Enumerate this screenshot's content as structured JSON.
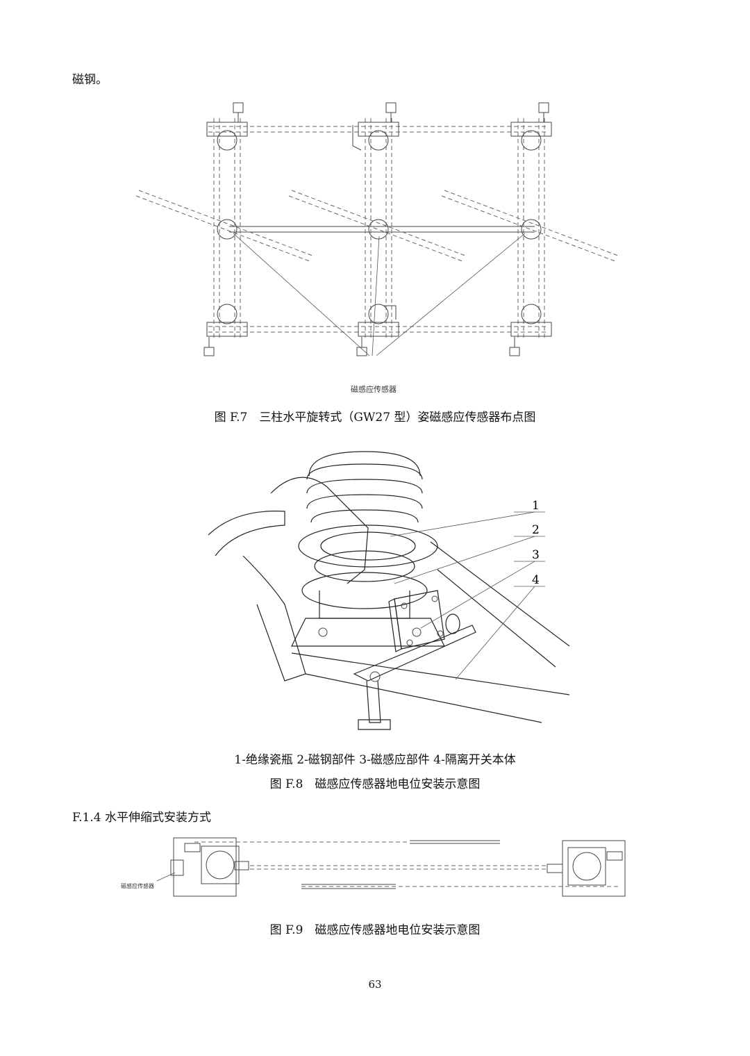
{
  "intro_text": "磁钢。",
  "figure_f7": {
    "caption": "图 F.7　三柱水平旋转式（GW27 型）姿磁感应传感器布点图",
    "callout_label": "磁感应传感器"
  },
  "figure_f8": {
    "callouts": [
      "1",
      "2",
      "3",
      "4"
    ],
    "legend": "1-绝缘瓷瓶  2-磁钢部件  3-磁感应部件  4-隔离开关本体",
    "caption": "图 F.8　磁感应传感器地电位安装示意图"
  },
  "section_heading": "F.1.4  水平伸缩式安装方式",
  "figure_f9": {
    "callout_label": "磁感应传感器",
    "caption": "图 F.9　磁感应传感器地电位安装示意图"
  },
  "page_number": "63"
}
